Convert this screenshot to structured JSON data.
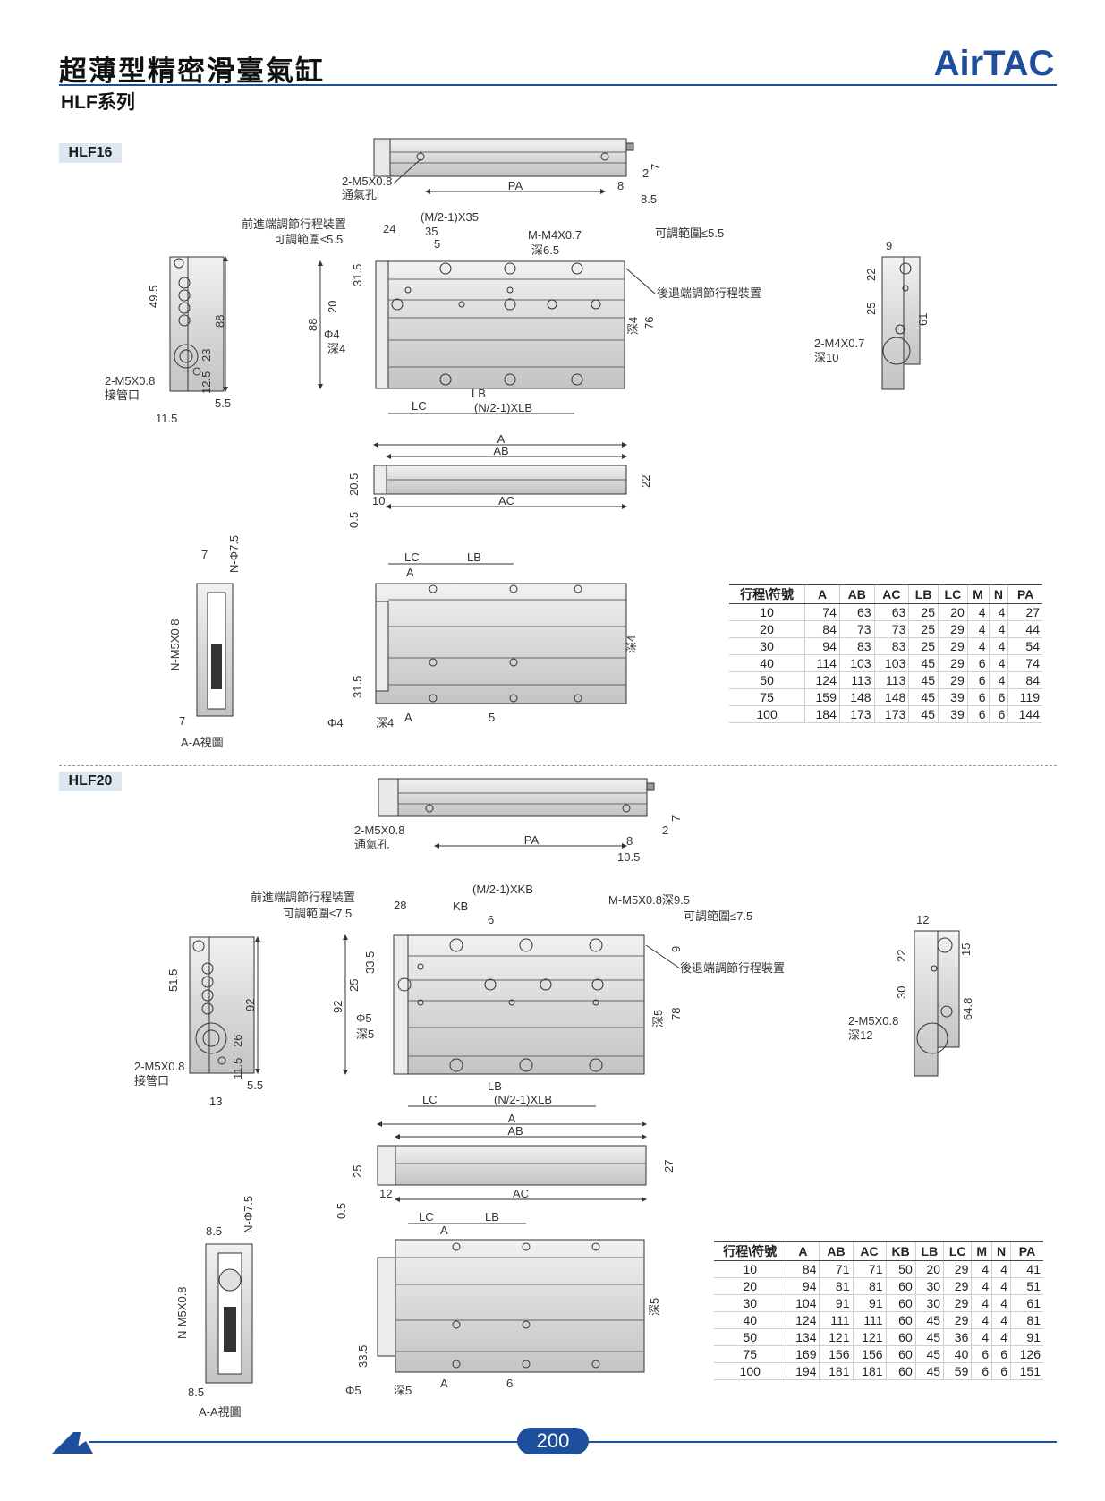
{
  "header": {
    "title": "超薄型精密滑臺氣缸",
    "subtitle": "HLF系列",
    "brand": "AirTAC",
    "accent_color": "#1e4f9c"
  },
  "sections": [
    {
      "tag": "HLF16",
      "labels": {
        "port_top": "2-M5X0.8",
        "port_top_note": "通氣孔",
        "pa": "PA",
        "d_8": "8",
        "d_85": "8.5",
        "d_2": "2",
        "d_7": "7",
        "front_adjust": "前進端調節行程裝置",
        "range_front": "可調範圍≤5.5",
        "pitch": "(M/2-1)X35",
        "d_24": "24",
        "d_35": "35",
        "d_5": "5",
        "m_thread": "M-M4X0.7",
        "m_depth": "深6.5",
        "range_back": "可調範圍≤5.5",
        "back_adjust": "後退端調節行程裝置",
        "d_88": "88",
        "d_20": "20",
        "d_315": "31.5",
        "pin": "Φ4",
        "pin_depth": "深4",
        "d_76": "76",
        "deep4": "深4",
        "lc": "LC",
        "lb": "LB",
        "n_pitch": "(N/2-1)XLB",
        "d_495": "49.5",
        "d_23": "23",
        "d_125": "12.5",
        "port_side": "2-M5X0.8",
        "port_side_note": "接管口",
        "d_115": "11.5",
        "d_55": "5.5",
        "a": "A",
        "ab": "AB",
        "ac": "AC",
        "d_205": "20.5",
        "d_05": "0.5",
        "d_10": "10",
        "d_22": "22",
        "rv_9": "9",
        "rv_22": "22",
        "rv_25": "25",
        "rv_61": "61",
        "rv_thread": "2-M4X0.7",
        "rv_depth": "深10",
        "sec_7": "7",
        "sec_n": "N-Φ7.5",
        "sec_m": "N-M5X0.8",
        "sec_title": "A-A視圖",
        "bot_pin": "Φ4",
        "bot_depth": "深4",
        "bot_5": "5"
      },
      "table": {
        "columns": [
          "行程\\符號",
          "A",
          "AB",
          "AC",
          "LB",
          "LC",
          "M",
          "N",
          "PA"
        ],
        "rows": [
          [
            "10",
            "74",
            "63",
            "63",
            "25",
            "20",
            "4",
            "4",
            "27"
          ],
          [
            "20",
            "84",
            "73",
            "73",
            "25",
            "29",
            "4",
            "4",
            "44"
          ],
          [
            "30",
            "94",
            "83",
            "83",
            "25",
            "29",
            "4",
            "4",
            "54"
          ],
          [
            "40",
            "114",
            "103",
            "103",
            "45",
            "29",
            "6",
            "4",
            "74"
          ],
          [
            "50",
            "124",
            "113",
            "113",
            "45",
            "29",
            "6",
            "4",
            "84"
          ],
          [
            "75",
            "159",
            "148",
            "148",
            "45",
            "39",
            "6",
            "6",
            "119"
          ],
          [
            "100",
            "184",
            "173",
            "173",
            "45",
            "39",
            "6",
            "6",
            "144"
          ]
        ]
      }
    },
    {
      "tag": "HLF20",
      "labels": {
        "port_top": "2-M5X0.8",
        "port_top_note": "通氣孔",
        "pa": "PA",
        "d_8": "8",
        "d_105": "10.5",
        "d_2": "2",
        "d_7": "7",
        "front_adjust": "前進端調節行程裝置",
        "range_front": "可調範圍≤7.5",
        "pitch": "(M/2-1)XKB",
        "d_28": "28",
        "kb": "KB",
        "d_6": "6",
        "m_thread": "M-M5X0.8深9.5",
        "range_back": "可調範圍≤7.5",
        "back_adjust": "後退端調節行程裝置",
        "d_9": "9",
        "d_92": "92",
        "d_25": "25",
        "d_335": "33.5",
        "pin": "Φ5",
        "pin_depth": "深5",
        "d_78": "78",
        "deep5": "深5",
        "lc": "LC",
        "lb": "LB",
        "n_pitch": "(N/2-1)XLB",
        "d_515": "51.5",
        "d_26": "26",
        "d_115": "11.5",
        "port_side": "2-M5X0.8",
        "port_side_note": "接管口",
        "d_13": "13",
        "d_55": "5.5",
        "a": "A",
        "ab": "AB",
        "ac": "AC",
        "d_05": "0.5",
        "d_12": "12",
        "d_27": "27",
        "rv_12": "12",
        "rv_15": "15",
        "rv_22": "22",
        "rv_30": "30",
        "rv_648": "64.8",
        "rv_thread": "2-M5X0.8",
        "rv_depth": "深12",
        "sec_85": "8.5",
        "sec_n": "N-Φ7.5",
        "sec_m": "N-M5X0.8",
        "sec_title": "A-A視圖",
        "bot_pin": "Φ5",
        "bot_depth": "深5",
        "bot_6": "6"
      },
      "table": {
        "columns": [
          "行程\\符號",
          "A",
          "AB",
          "AC",
          "KB",
          "LB",
          "LC",
          "M",
          "N",
          "PA"
        ],
        "rows": [
          [
            "10",
            "84",
            "71",
            "71",
            "50",
            "20",
            "29",
            "4",
            "4",
            "41"
          ],
          [
            "20",
            "94",
            "81",
            "81",
            "60",
            "30",
            "29",
            "4",
            "4",
            "51"
          ],
          [
            "30",
            "104",
            "91",
            "91",
            "60",
            "30",
            "29",
            "4",
            "4",
            "61"
          ],
          [
            "40",
            "124",
            "111",
            "111",
            "60",
            "45",
            "29",
            "4",
            "4",
            "81"
          ],
          [
            "50",
            "134",
            "121",
            "121",
            "60",
            "45",
            "36",
            "4",
            "4",
            "91"
          ],
          [
            "75",
            "169",
            "156",
            "156",
            "60",
            "45",
            "40",
            "6",
            "6",
            "126"
          ],
          [
            "100",
            "194",
            "181",
            "181",
            "60",
            "45",
            "59",
            "6",
            "6",
            "151"
          ]
        ]
      }
    }
  ],
  "footer": {
    "page_number": "200"
  }
}
